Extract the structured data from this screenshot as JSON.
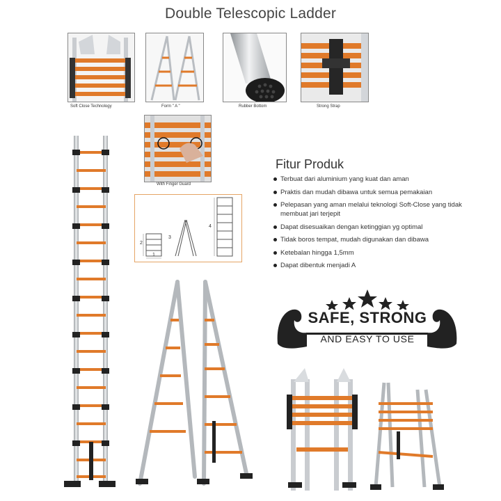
{
  "header": {
    "title": "Double Telescopic Ladder"
  },
  "thumbnails": [
    {
      "caption": "Soft Close Technology"
    },
    {
      "caption": "Form \" A \""
    },
    {
      "caption": "Rubber Bottom"
    },
    {
      "caption": "Strong Strap"
    },
    {
      "caption": "With Finger Guard"
    }
  ],
  "diagram": {
    "labels": [
      "1",
      "2",
      "3",
      "4"
    ]
  },
  "features": {
    "title": "Fitur Produk",
    "items": [
      "Terbuat dari aluminium yang kuat dan aman",
      "Praktis dan mudah dibawa untuk semua pemakaian",
      "Pelepasan yang aman melalui teknologi Soft-Close yang tidak membuat jari terjepit",
      "Dapat disesuaikan dengan ketinggian yg optimal",
      "Tidak boros tempat, mudah digunakan dan dibawa",
      "Ketebalan hingga 1,5mm",
      "Dapat dibentuk menjadi A"
    ]
  },
  "badge": {
    "headline": "SAFE, STRONG",
    "subline": "AND EASY TO USE",
    "star_count": 5
  },
  "colors": {
    "accent_orange": "#e07a2a",
    "aluminium": "#c9ccd0",
    "badge_dark": "#222222"
  }
}
